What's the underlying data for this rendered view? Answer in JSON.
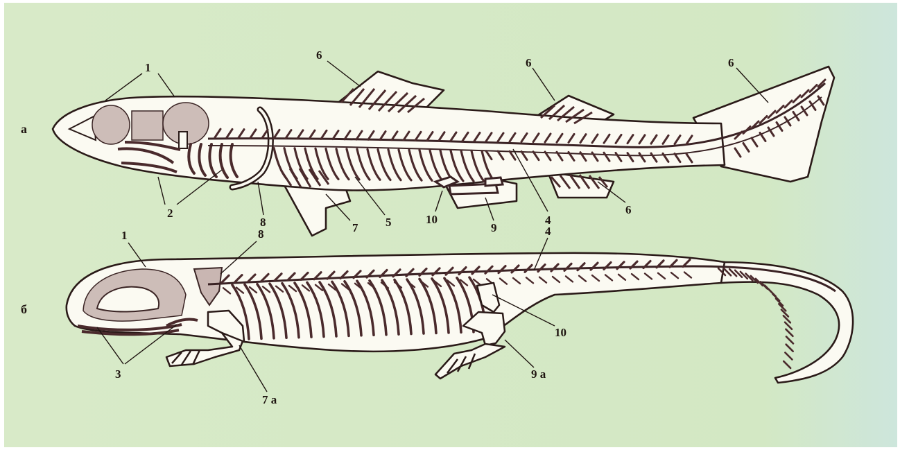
{
  "figure": {
    "panel_labels": {
      "a": "а",
      "b": "б"
    },
    "colors": {
      "background": "#d4e7c2",
      "background_edge": "#cfe6d8",
      "body_fill": "#fbfaf2",
      "outline": "#2a1a18",
      "bone": "#4a2a2c",
      "skull_fill": "#cdbdb8"
    },
    "fish_labels": {
      "l1": "1",
      "l2": "2",
      "l4": "4",
      "l5": "5",
      "l6a": "6",
      "l6b": "6",
      "l6c": "6",
      "l6d": "6",
      "l7": "7",
      "l8": "8",
      "l9": "9",
      "l10": "10"
    },
    "tetrapod_labels": {
      "l1": "1",
      "l3": "3",
      "l4": "4",
      "l7a": "7 а",
      "l8": "8",
      "l9a": "9 а",
      "l10": "10"
    }
  }
}
